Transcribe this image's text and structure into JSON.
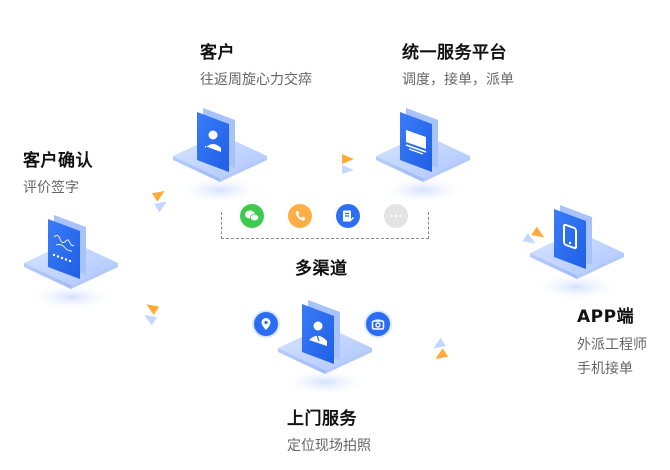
{
  "nodes": {
    "customer": {
      "title": "客户",
      "subtitle": "往返周旋心力交瘁",
      "icon": "user-card-icon"
    },
    "platform": {
      "title": "统一服务平台",
      "subtitle": "调度，接单，派单",
      "icon": "monitor-card-icon"
    },
    "app": {
      "title": "APP端",
      "subtitle_lines": [
        "外派工程师",
        "手机接单"
      ],
      "icon": "mobile-card-icon"
    },
    "onsite": {
      "title": "上门服务",
      "subtitle": "定位现场拍照",
      "icon": "engineer-card-icon"
    },
    "confirm": {
      "title": "客户确认",
      "subtitle": "评价签字",
      "icon": "signature-card-icon"
    }
  },
  "channels": {
    "label": "多渠道",
    "items": [
      {
        "name": "wechat",
        "icon": "wechat-icon",
        "color": "#3dcb4f"
      },
      {
        "name": "phone",
        "icon": "phone-icon",
        "color": "#ffad47"
      },
      {
        "name": "form",
        "icon": "form-check-icon",
        "color": "#2c6ff0"
      },
      {
        "name": "more",
        "icon": "more-icon",
        "color": "#e4e4e4"
      }
    ]
  },
  "onsite_tools": [
    {
      "name": "location",
      "icon": "location-pin-icon"
    },
    {
      "name": "camera",
      "icon": "camera-icon"
    }
  ],
  "colors": {
    "primary_blue": "#2a6df2",
    "platform_blue": "#bfd3ff",
    "arrow_orange": "#ffae3a",
    "arrow_blue": "#c9dbff"
  }
}
